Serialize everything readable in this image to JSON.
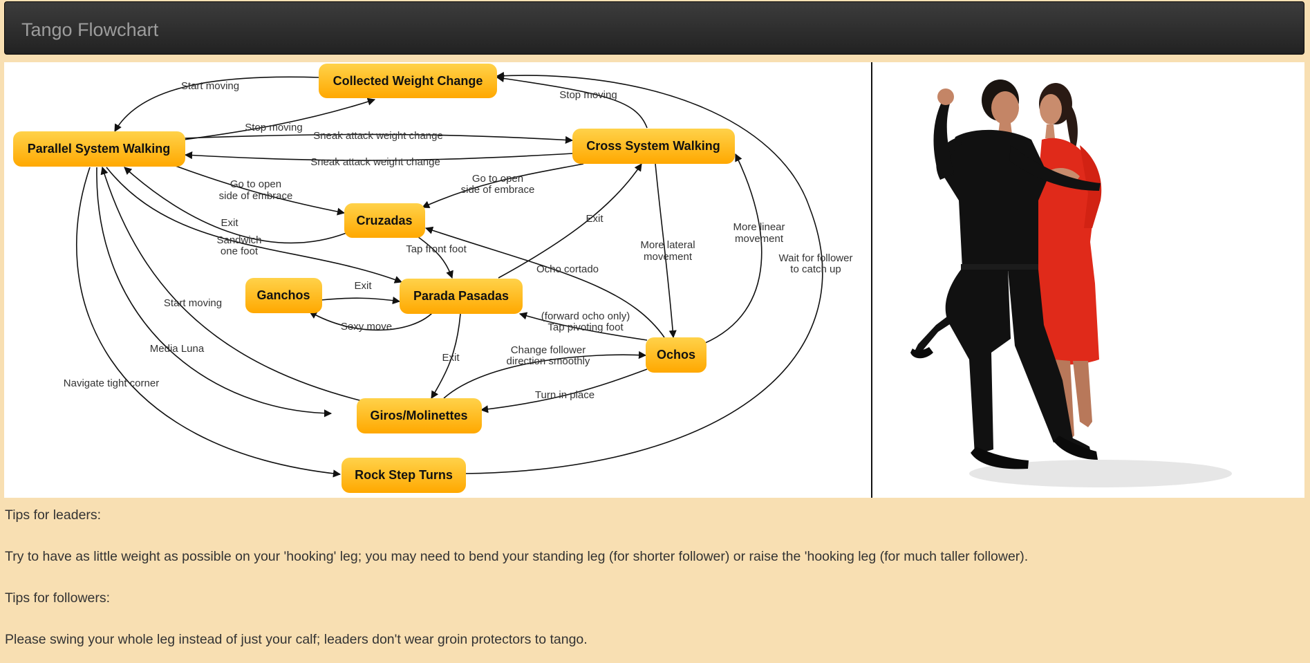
{
  "navbar": {
    "brand": "Tango Flowchart"
  },
  "diagram": {
    "nodes": {
      "cwc": "Collected Weight Change",
      "psw": "Parallel System Walking",
      "csw": "Cross System Walking",
      "cruzadas": "Cruzadas",
      "ganchos": "Ganchos",
      "parada": "Parada Pasadas",
      "ochos": "Ochos",
      "giros": "Giros/Molinettes",
      "rock": "Rock Step Turns"
    },
    "edges": {
      "e1": "Start moving",
      "e2": "Stop moving",
      "e3": "Stop moving",
      "e4": "Sneak attack weight change",
      "e5": "Sneak attack weight change",
      "e6a": "Go to open",
      "e6b": "side of embrace",
      "e7a": "Go to open",
      "e7b": "side of embrace",
      "e8": "Exit",
      "e9a": "Sandwich",
      "e9b": "one foot",
      "e10": "Tap front foot",
      "e11": "Exit",
      "e12": "Exit",
      "e13": "Sexy move",
      "e14": "Start moving",
      "e15": "Ocho cortado",
      "e16a": "More lateral",
      "e16b": "movement",
      "e17a": "More linear",
      "e17b": "movement",
      "e18a": "Wait for follower",
      "e18b": "to catch up",
      "e19a": "(forward ocho only)",
      "e19b": "Tap pivoting foot",
      "e20": "Media Luna",
      "e21": "Exit",
      "e22a": "Change follower",
      "e22b": "direction smoothly",
      "e23": "Turn in place",
      "e24": "Navigate tight corner"
    }
  },
  "tips": {
    "leaders_heading": "Tips for leaders:",
    "leaders_text": "Try to have as little weight as possible on your 'hooking' leg; you may need to bend your standing leg (for shorter follower) or raise the 'hooking leg (for much taller follower).",
    "followers_heading": "Tips for followers:",
    "followers_text": "Please swing your whole leg instead of just your calf; leaders don't wear groin protectors to tango."
  },
  "colors": {
    "node": "#ffb300",
    "navbar": "#222222",
    "page_bg": "#f8dfb2"
  }
}
